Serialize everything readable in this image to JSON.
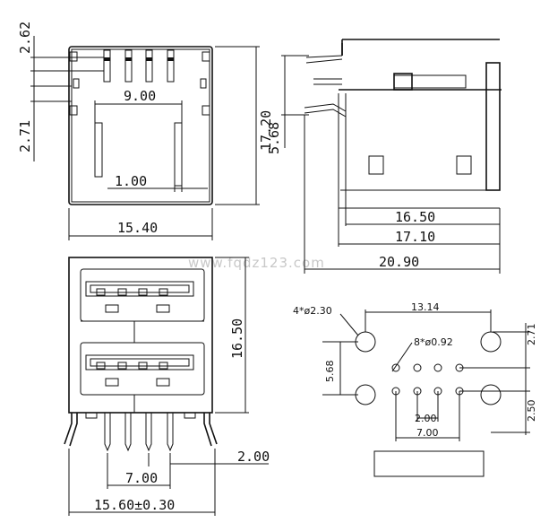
{
  "watermark": "www.fqdz123.com",
  "top_view": {
    "dim_top": "2.62",
    "dim_side": "2.71",
    "dim_inner_width": "9.00",
    "dim_height": "17.20",
    "dim_pin": "1.00",
    "dim_width": "15.40"
  },
  "side_view": {
    "dim_height": "5.68",
    "dim_a": "16.50",
    "dim_b": "17.10",
    "dim_c": "20.90"
  },
  "front_view": {
    "dim_height": "16.50",
    "dim_pitch": "2.00",
    "dim_pin_span": "7.00",
    "dim_width": "15.60±0.30"
  },
  "footprint": {
    "label_big_holes": "4*ø2.30",
    "label_small_holes": "8*ø0.92",
    "dim_width": "13.14",
    "dim_right_top": "2.71",
    "dim_left": "5.68",
    "dim_right_bottom": "2.50",
    "dim_pitch": "2.00",
    "dim_span": "7.00"
  }
}
